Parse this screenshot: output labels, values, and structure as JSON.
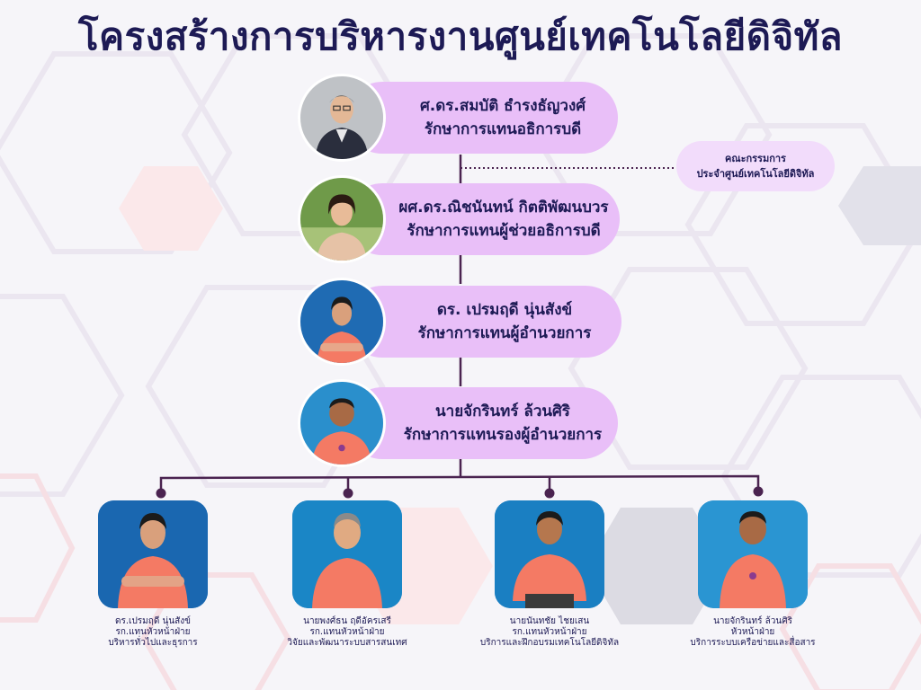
{
  "title": "โครงสร้างการบริหารงานศูนย์เทคโนโลยีดิจิทัล",
  "colors": {
    "title": "#1d1a55",
    "pill": "#e9bff8",
    "committee_pill": "#f2dcfb",
    "connector": "#4a2350",
    "photo_bg": "#1779c0",
    "shirt": "#f47a64"
  },
  "executives": [
    {
      "name": "ศ.ดร.สมบัติ ธำรงธัญวงศ์",
      "position": "รักษาการแทนอธิการบดี"
    },
    {
      "name": "ผศ.ดร.ณิชนันทน์ กิตติพัฒนบวร",
      "position": "รักษาการแทนผู้ช่วยอธิการบดี"
    },
    {
      "name": "ดร. เปรมฤดี นุ่นสังข์",
      "position": "รักษาการแทนผู้อำนวยการ"
    },
    {
      "name": "นายจักรินทร์ ล้วนศิริ",
      "position": "รักษาการแทนรองผู้อำนวยการ"
    }
  ],
  "committee": {
    "line1": "คณะกรรมการ",
    "line2": "ประจำศูนย์เทคโนโลยีดิจิทัล"
  },
  "divisions": [
    {
      "name": "ดร.เปรมฤดี นุ่นสังข์",
      "role": "รก.แทนหัวหน้าฝ่าย",
      "division": "บริหารทั่วไปและธุรการ"
    },
    {
      "name": "นายพงศ์ธน ฤดีอัครเสรี",
      "role": "รก.แทนหัวหน้าฝ่าย",
      "division": "วิจัยและพัฒนาระบบสารสนเทศ"
    },
    {
      "name": "นายนันทชัย ไชยเสน",
      "role": "รก.แทนหัวหน้าฝ่าย",
      "division": "บริการและฝึกอบรมเทคโนโลยีดิจิทัล"
    },
    {
      "name": "นายจักรินทร์ ล้วนศิริ",
      "role": "หัวหน้าฝ่าย",
      "division": "บริการระบบเครือข่ายและสื่อสาร"
    }
  ]
}
